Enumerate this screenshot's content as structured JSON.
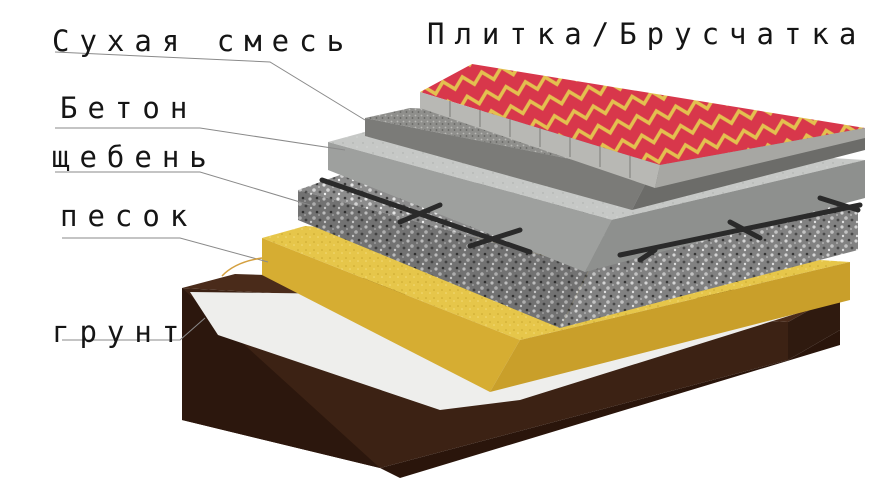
{
  "diagram": {
    "layers": [
      {
        "id": "tile",
        "label": "Плитка/Брусчатка"
      },
      {
        "id": "dry_mix",
        "label": "Сухая смесь"
      },
      {
        "id": "concrete",
        "label": "Бетон"
      },
      {
        "id": "gravel",
        "label": "щебень"
      },
      {
        "id": "sand",
        "label": "песок"
      },
      {
        "id": "soil",
        "label": "грунт"
      }
    ]
  }
}
